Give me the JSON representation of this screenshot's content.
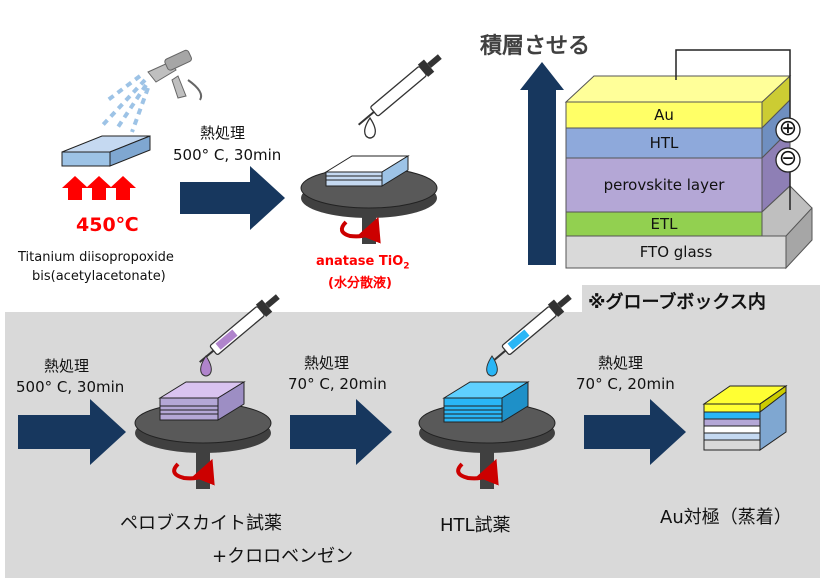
{
  "stack_direction_label": "積層させる",
  "device_layers": [
    "Au",
    "HTL",
    "perovskite layer",
    "ETL",
    "FTO glass"
  ],
  "terminals": {
    "positive": "⊕",
    "negative": "⊖"
  },
  "step1": {
    "temperature": "450℃",
    "precursor_line1": "Titanium diisopropoxide",
    "precursor_line2": "bis(acetylacetonate)",
    "anneal_title": "熱処理",
    "anneal_condition": "500° C, 30min"
  },
  "step2": {
    "reagent_line1_prefix": "anatase TiO",
    "reagent_line1_sub": "2",
    "reagent_line2": "(水分散液)"
  },
  "glovebox_note": "※グローブボックス内",
  "step3": {
    "anneal_title": "熱処理",
    "anneal_condition": "500° C, 30min",
    "reagent_line1": "ペロブスカイト試薬",
    "reagent_line2": "+クロロベンゼン"
  },
  "step4": {
    "anneal_title": "熱処理",
    "anneal_condition": "70° C, 20min",
    "reagent": "HTL試薬"
  },
  "step5": {
    "anneal_title": "熱処理",
    "anneal_condition": "70° C, 20min",
    "result": "Au対極（蒸着）"
  },
  "colors": {
    "arrow": "#17375e",
    "au": "#ffff66",
    "htl": "#8ea9db",
    "perovskite": "#b4a7d6",
    "etl": "#92d050",
    "fto": "#d9d9d9",
    "htl_reagent": "#29b6f6",
    "perovskite_reagent": "#b084cc",
    "heat": "#ff0000"
  }
}
